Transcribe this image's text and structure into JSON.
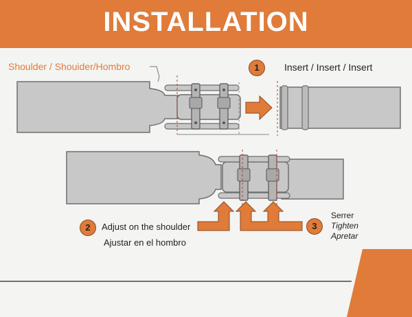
{
  "title": "INSTALLATION",
  "shoulder_label": "Shoulder / Shouider/Hombro",
  "steps": [
    {
      "number": "1",
      "label": "Insert / Insert / Insert"
    },
    {
      "number": "2",
      "label_line1": "Adjust on the shoulder",
      "label_line2": "Ajustar en el hombro"
    },
    {
      "number": "3",
      "label_fr": "Serrer",
      "label_en": "Tighten",
      "label_es": "Apretar"
    }
  ],
  "colors": {
    "accent": "#e07b39",
    "part_fill": "#c8c8c8",
    "part_stroke": "#6e6e6e",
    "background": "#f4f4f2"
  },
  "icons": [
    "arrow-right-icon",
    "arrow-up-icon"
  ]
}
